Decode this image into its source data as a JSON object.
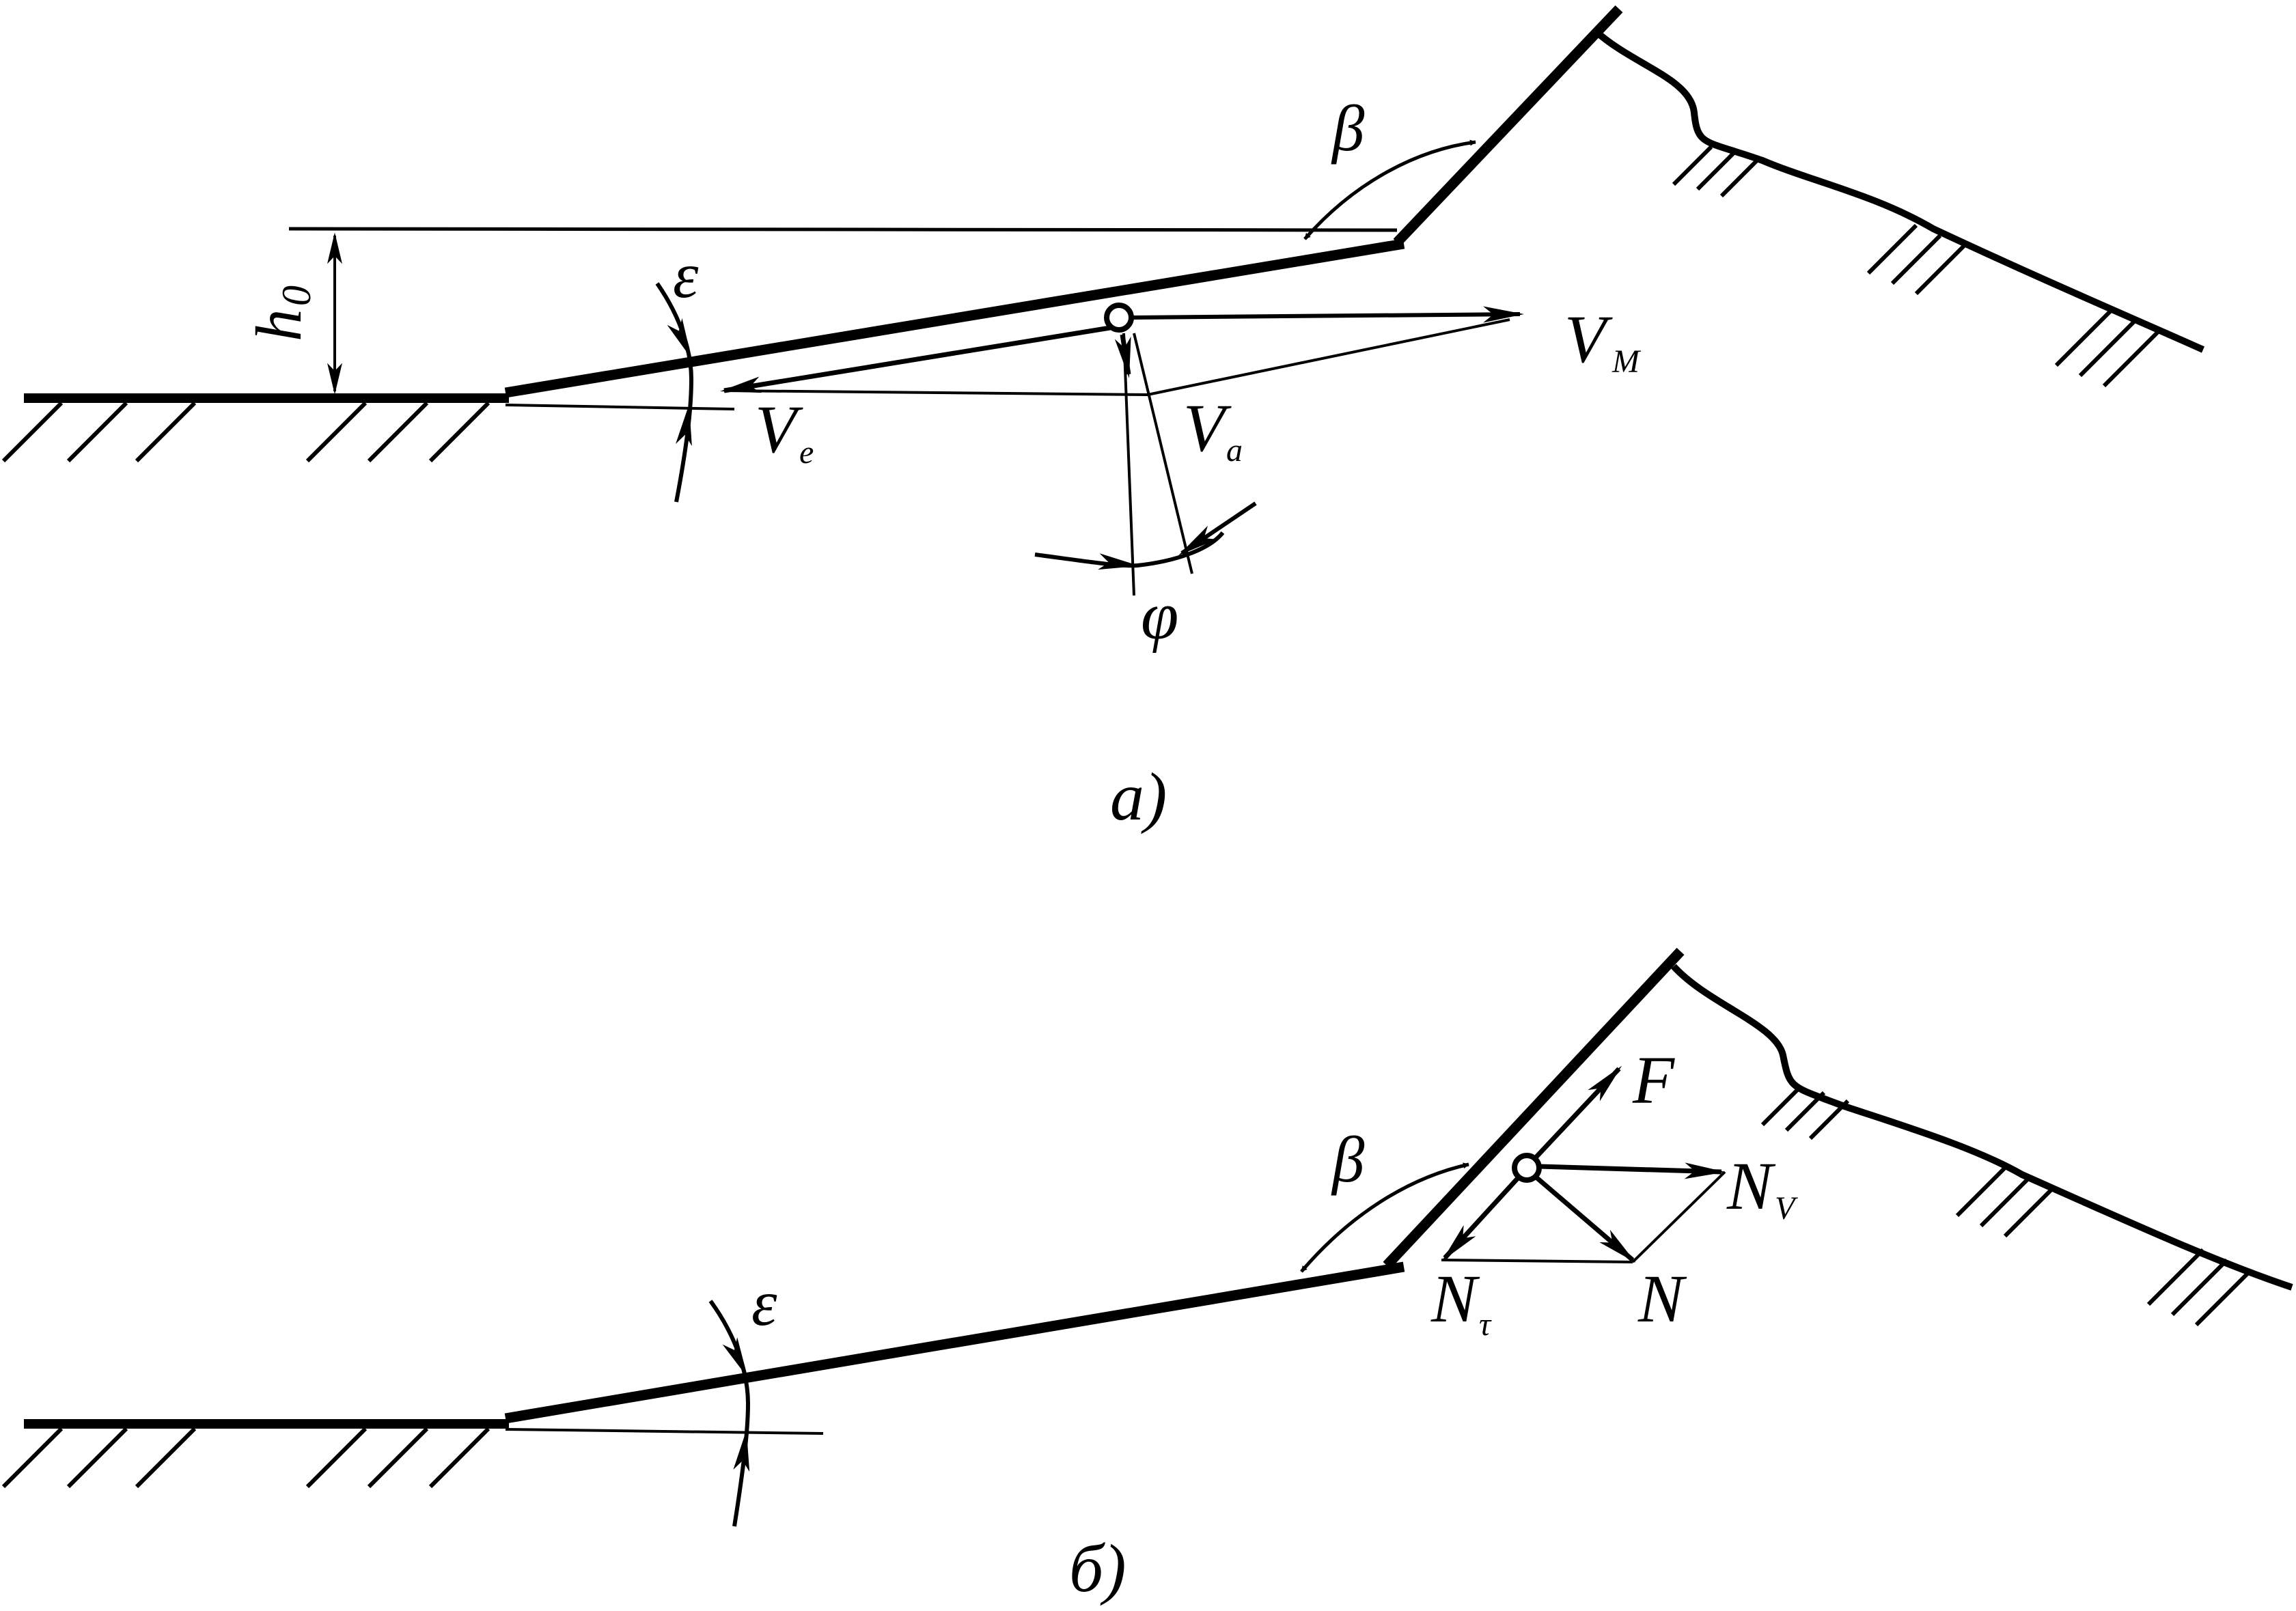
{
  "figure_a": {
    "caption": "a)",
    "labels": {
      "beta": "β",
      "h0_main": "h",
      "h0_sub": "0",
      "epsilon": "ε",
      "vm_main": "V",
      "vm_sub": "M",
      "ve_main": "V",
      "ve_sub": "e",
      "va_main": "V",
      "va_sub": "a",
      "phi": "φ"
    }
  },
  "figure_b": {
    "caption": "б)",
    "labels": {
      "beta": "β",
      "epsilon": "ε",
      "f": "F",
      "nv_main": "N",
      "nv_sub": "V",
      "nt_main": "N",
      "nt_sub": "τ",
      "n": "N"
    }
  },
  "colors": {
    "ink": "#000000",
    "background": "#ffffff"
  }
}
